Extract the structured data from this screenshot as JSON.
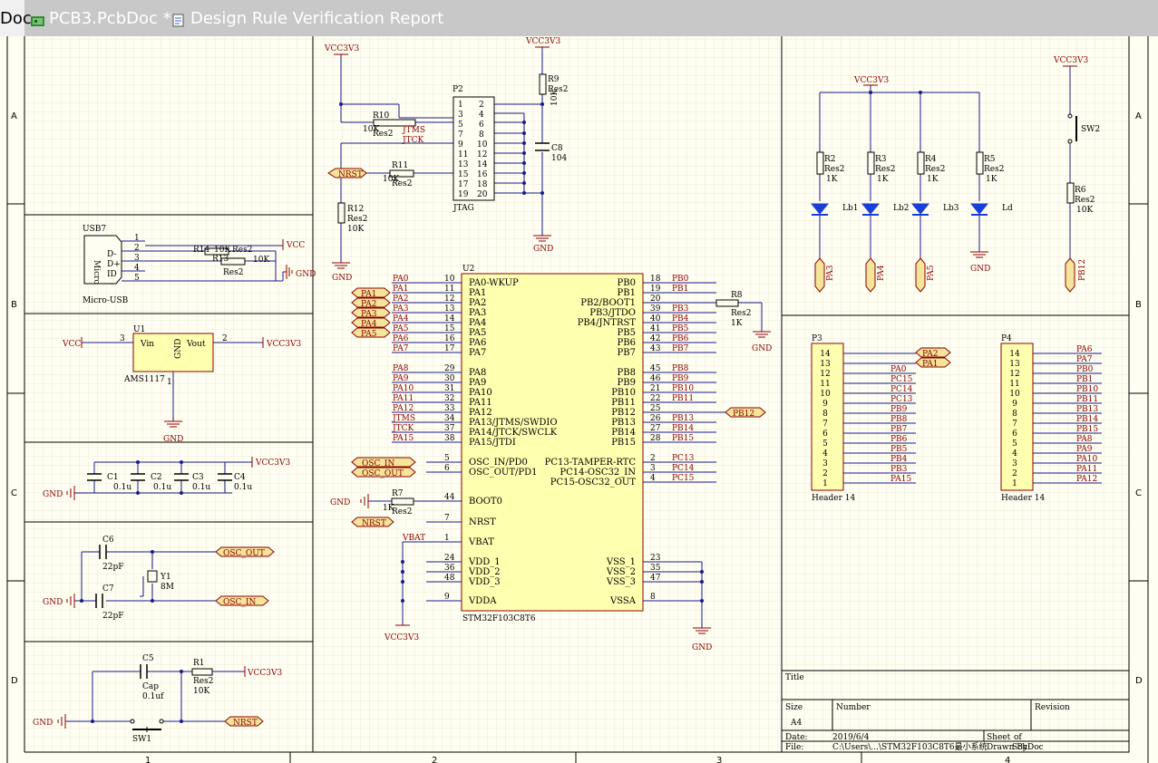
{
  "tabs": [
    {
      "label": "Doc",
      "active": true
    },
    {
      "label": "PCB3.PcbDoc *",
      "active": false
    },
    {
      "label": "Design Rule Verification Report",
      "active": false
    }
  ],
  "zones": {
    "rows": [
      "A",
      "B",
      "C",
      "D"
    ],
    "cols": [
      "1",
      "2",
      "3",
      "4"
    ]
  },
  "power": {
    "vcc3v3": "VCC3V3",
    "vcc": "VCC",
    "gnd": "GND"
  },
  "nets": {
    "osc_in": "OSC_IN",
    "osc_out": "OSC_OUT",
    "nrst": "NRST",
    "pb12": "PB12",
    "pa1": "PA1",
    "pa2": "PA2",
    "pa3": "PA3",
    "pa4": "PA4",
    "pa5": "PA5",
    "jtms": "JTMS",
    "jtck": "JTCK",
    "vbat": "VBAT"
  },
  "jtag": {
    "ref": "P2",
    "name": "JTAG",
    "left_pins": [
      "1",
      "3",
      "5",
      "7",
      "9",
      "11",
      "13",
      "15",
      "17",
      "19"
    ],
    "right_pins": [
      "2",
      "4",
      "6",
      "8",
      "10",
      "12",
      "14",
      "16",
      "18",
      "20"
    ],
    "r10": [
      "R10",
      "10K",
      "Res2"
    ],
    "r11": [
      "R11",
      "10K",
      "Res2"
    ],
    "r12": [
      "R12",
      "Res2",
      "10K"
    ],
    "r9": [
      "R9",
      "Res2",
      "10K"
    ],
    "c8": [
      "C8",
      "104"
    ]
  },
  "usb": {
    "ref": "USB7",
    "body": "Micro",
    "name": "Micro-USB",
    "pin_labels": [
      "D-",
      "D+",
      "ID",
      "-"
    ],
    "pins": [
      "1",
      "2",
      "3",
      "4",
      "5"
    ],
    "r14": "R14",
    "r14val": "10K",
    "r14type": "Res2",
    "r13": "R13",
    "r13val": "10K",
    "r13type": "Res2"
  },
  "reg": {
    "ref": "U1",
    "name": "AMS1117",
    "vin": "Vin",
    "vout": "Vout",
    "gndpin": "GND",
    "p3": "3",
    "p2": "2",
    "p1": "1"
  },
  "caps": [
    {
      "ref": "C1",
      "val": "0.1u"
    },
    {
      "ref": "C2",
      "val": "0.1u"
    },
    {
      "ref": "C3",
      "val": "0.1u"
    },
    {
      "ref": "C4",
      "val": "0.1u"
    }
  ],
  "crystal": {
    "c6": "C6",
    "c6v": "22pF",
    "c7": "C7",
    "c7v": "22pF",
    "y1": "Y1",
    "y1v": "8M"
  },
  "reset": {
    "c5": "C5",
    "c5t": "Cap",
    "c5v": "0.1uf",
    "r1": "R1",
    "r1t": "Res2",
    "r1v": "10K",
    "sw": "SW1"
  },
  "mcu": {
    "ref": "U2",
    "name": "STM32F103C8T6",
    "left": [
      [
        "10",
        "PA0-WKUP",
        "PA0"
      ],
      [
        "11",
        "PA1",
        "PA1"
      ],
      [
        "12",
        "PA2",
        "PA2"
      ],
      [
        "13",
        "PA3",
        "PA3"
      ],
      [
        "14",
        "PA4",
        "PA4"
      ],
      [
        "15",
        "PA5",
        "PA5"
      ],
      [
        "16",
        "PA6",
        "PA6"
      ],
      [
        "17",
        "PA7",
        "PA7"
      ],
      [
        "29",
        "PA8",
        "PA8"
      ],
      [
        "30",
        "PA9",
        "PA9"
      ],
      [
        "31",
        "PA10",
        "PA10"
      ],
      [
        "32",
        "PA11",
        "PA11"
      ],
      [
        "33",
        "PA12",
        "PA12"
      ],
      [
        "34",
        "PA13/JTMS/SWDIO",
        "JTMS"
      ],
      [
        "37",
        "PA14/JTCK/SWCLK",
        "JTCK"
      ],
      [
        "38",
        "PA15/JTDI",
        "PA15"
      ],
      [
        "5",
        "OSC_IN/PD0",
        ""
      ],
      [
        "6",
        "OSC_OUT/PD1",
        ""
      ],
      [
        "44",
        "BOOT0",
        ""
      ],
      [
        "7",
        "NRST",
        ""
      ],
      [
        "1",
        "VBAT",
        ""
      ],
      [
        "24",
        "VDD_1",
        ""
      ],
      [
        "36",
        "VDD_2",
        ""
      ],
      [
        "48",
        "VDD_3",
        ""
      ],
      [
        "9",
        "VDDA",
        ""
      ]
    ],
    "right": [
      [
        "18",
        "PB0",
        "PB0"
      ],
      [
        "19",
        "PB1",
        "PB1"
      ],
      [
        "20",
        "PB2/BOOT1",
        ""
      ],
      [
        "39",
        "PB3/JTDO",
        "PB3"
      ],
      [
        "40",
        "PB4/JNTRST",
        "PB4"
      ],
      [
        "41",
        "PB5",
        "PB5"
      ],
      [
        "42",
        "PB6",
        "PB6"
      ],
      [
        "43",
        "PB7",
        "PB7"
      ],
      [
        "45",
        "PB8",
        "PB8"
      ],
      [
        "46",
        "PB9",
        "PB9"
      ],
      [
        "21",
        "PB10",
        "PB10"
      ],
      [
        "22",
        "PB11",
        "PB11"
      ],
      [
        "25",
        "PB12",
        ""
      ],
      [
        "26",
        "PB13",
        "PB13"
      ],
      [
        "27",
        "PB14",
        "PB14"
      ],
      [
        "28",
        "PB15",
        "PB15"
      ],
      [
        "2",
        "PC13-TAMPER-RTC",
        "PC13"
      ],
      [
        "3",
        "PC14-OSC32_IN",
        "PC14"
      ],
      [
        "4",
        "PC15-OSC32_OUT",
        "PC15"
      ],
      [
        "23",
        "VSS_1",
        ""
      ],
      [
        "35",
        "VSS_2",
        ""
      ],
      [
        "47",
        "VSS_3",
        ""
      ],
      [
        "8",
        "VSSA",
        ""
      ]
    ],
    "r7": [
      "R7",
      "1K",
      "Res2"
    ],
    "r8": [
      "R8",
      "Res2",
      "1K"
    ]
  },
  "leds": {
    "resistors": [
      [
        "R2",
        "Res2",
        "1K"
      ],
      [
        "R3",
        "Res2",
        "1K"
      ],
      [
        "R4",
        "Res2",
        "1K"
      ],
      [
        "R5",
        "Res2",
        "1K"
      ]
    ],
    "leds": [
      "Lb1",
      "Lb2",
      "Lb3",
      "Ld"
    ],
    "ports": [
      "PA3",
      "PA4",
      "PA5"
    ],
    "sw": "SW2",
    "r6": [
      "R6",
      "Res2",
      "10K"
    ],
    "pb12": "PB12"
  },
  "p3": {
    "ref": "P3",
    "name": "Header 14",
    "pins": [
      "14",
      "13",
      "12",
      "11",
      "10",
      "9",
      "8",
      "7",
      "6",
      "5",
      "4",
      "3",
      "2",
      "1"
    ],
    "nets": [
      "PA2",
      "PA1",
      "PA0",
      "PC15",
      "PC14",
      "PC13",
      "PB9",
      "PB8",
      "PB7",
      "PB6",
      "PB5",
      "PB4",
      "PB3",
      "PA15"
    ]
  },
  "p4": {
    "ref": "P4",
    "name": "Header 14",
    "pins": [
      "14",
      "13",
      "12",
      "11",
      "10",
      "9",
      "8",
      "7",
      "6",
      "5",
      "4",
      "3",
      "2",
      "1"
    ],
    "nets": [
      "PA6",
      "PA7",
      "PB0",
      "PB1",
      "PB10",
      "PB11",
      "PB13",
      "PB14",
      "PB15",
      "PA8",
      "PA9",
      "PA10",
      "PA11",
      "PA12"
    ]
  },
  "titleblock": {
    "title": "Title",
    "size": "Size",
    "size_val": "A4",
    "number": "Number",
    "revision": "Revision",
    "date": "Date:",
    "date_val": "2019/6/4",
    "sheet": "Sheet",
    "of": "of",
    "file": "File:",
    "file_val": "C:\\Users\\...\\STM32F103C8T6最小系统",
    "drawn": "Drawn By:",
    "sch": "SchDoc"
  },
  "colors": {
    "wire": "#1a1a8c",
    "net": "#8b0000",
    "part_fill": "#ffffb0",
    "part_border": "#8b0000",
    "grid": "#ececd6",
    "port_fill": "#f5e59a",
    "sheet": "#fffef2"
  }
}
